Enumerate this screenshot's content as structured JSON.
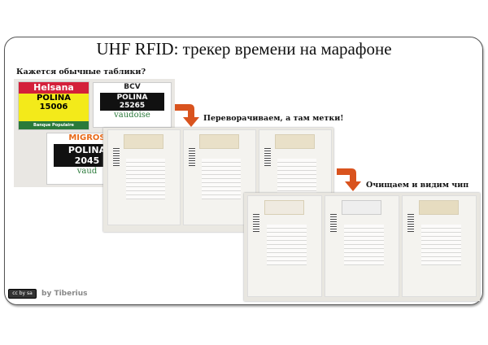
{
  "slide": {
    "title": "UHF RFID: трекер времени на марафоне",
    "caption_1": "Кажется обычные таблики?",
    "caption_2": "Переворачиваем, а там метки!",
    "caption_3": "Очищаем и видим чип",
    "author": "by Tiberius",
    "license_badge": "cc by sa"
  },
  "bibs": [
    {
      "sponsor": "Helsana",
      "name": "POLINA",
      "number": "15006",
      "footer": "Banque Populaire"
    },
    {
      "sponsor": "BCV",
      "name": "POLINA",
      "number": "25265",
      "footer": "vaudoise"
    },
    {
      "sponsor": "MIGROS",
      "name": "POLINA",
      "number": "2045",
      "footer": "vaud"
    }
  ],
  "colors": {
    "arrow": "#d9531e",
    "border": "#555555"
  }
}
